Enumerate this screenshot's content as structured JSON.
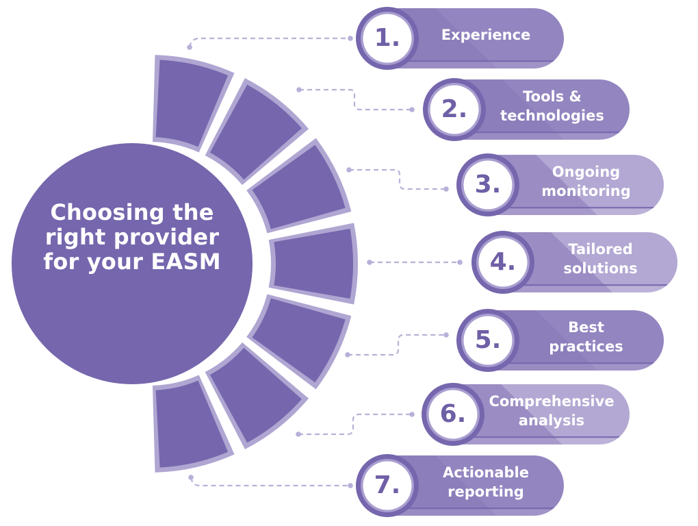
{
  "title": {
    "lines": [
      "Choosing the",
      "right provider",
      "for your EASM"
    ]
  },
  "colors": {
    "primary": "#7566ad",
    "segment_border": "#b0a6d2",
    "connector": "#b8b0d8",
    "badge_ring": "#7566ad",
    "badge_text": "#6f5fa6",
    "pill_dark": "#9385c0",
    "pill_light": "#b3a8d3"
  },
  "items": [
    {
      "number": "1.",
      "lines": [
        "Experience"
      ],
      "tone": "dark"
    },
    {
      "number": "2.",
      "lines": [
        "Tools &",
        "technologies"
      ],
      "tone": "dark"
    },
    {
      "number": "3.",
      "lines": [
        "Ongoing",
        "monitoring"
      ],
      "tone": "light"
    },
    {
      "number": "4.",
      "lines": [
        "Tailored",
        "solutions"
      ],
      "tone": "light"
    },
    {
      "number": "5.",
      "lines": [
        "Best",
        "practices"
      ],
      "tone": "dark"
    },
    {
      "number": "6.",
      "lines": [
        "Comprehensive",
        "analysis"
      ],
      "tone": "light"
    },
    {
      "number": "7.",
      "lines": [
        "Actionable",
        "reporting"
      ],
      "tone": "dark"
    }
  ],
  "segment_count": 7
}
